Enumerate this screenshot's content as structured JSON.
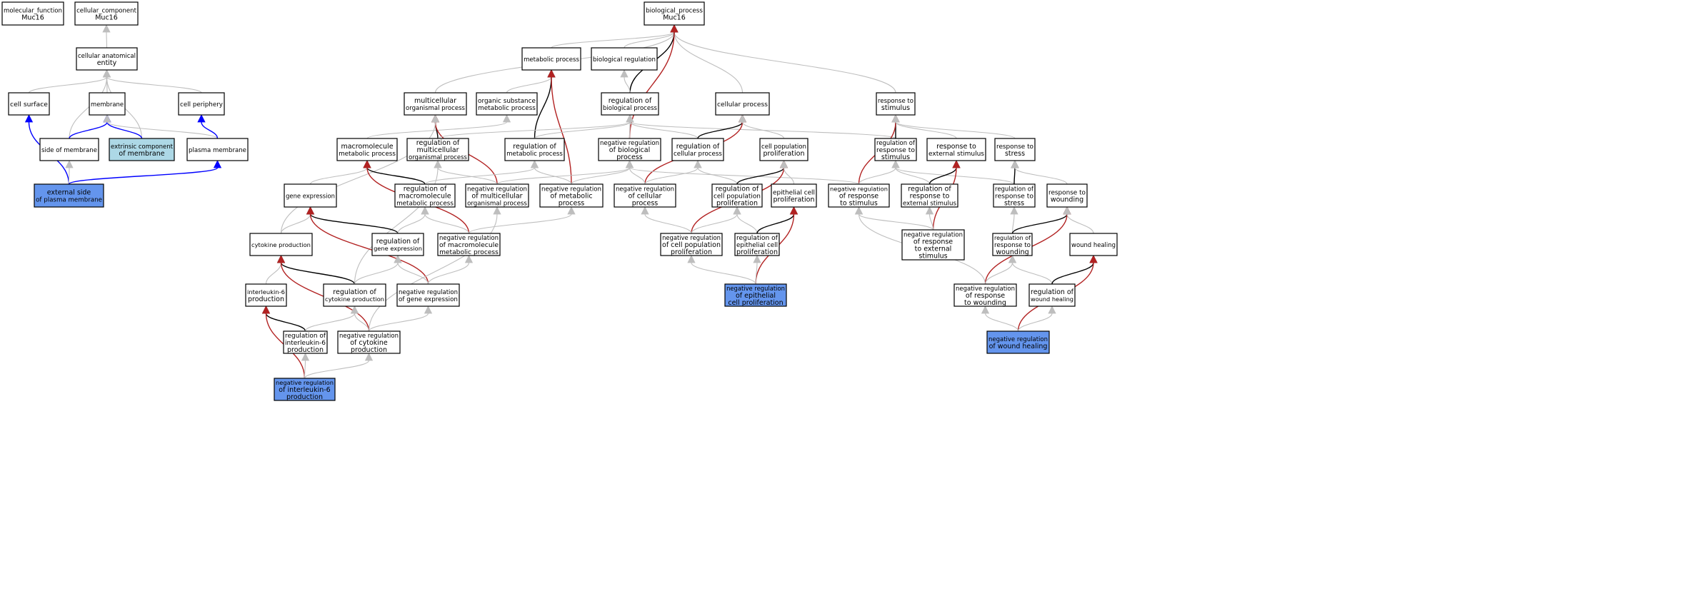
{
  "colors": {
    "edge_default": "#bebebe",
    "edge_is_a": "#000000",
    "edge_part_of": "#0000ff",
    "edge_neg_regulates": "#b22222",
    "node_fill": "#ffffff",
    "node_target": "#6495ed",
    "node_highlight": "#add8e6"
  },
  "nodes": [
    {
      "id": "mf",
      "lines": [
        "molecular_function",
        "Muc16"
      ]
    },
    {
      "id": "cc",
      "lines": [
        "cellular_component",
        "Muc16"
      ]
    },
    {
      "id": "cae",
      "lines": [
        "cellular anatomical",
        "entity"
      ]
    },
    {
      "id": "csurf",
      "lines": [
        "cell surface"
      ]
    },
    {
      "id": "mem",
      "lines": [
        "membrane"
      ]
    },
    {
      "id": "cper",
      "lines": [
        "cell periphery"
      ]
    },
    {
      "id": "som",
      "lines": [
        "side of membrane"
      ]
    },
    {
      "id": "ecm",
      "lines": [
        "extrinsic component",
        "of membrane"
      ],
      "style": "highlight"
    },
    {
      "id": "pm",
      "lines": [
        "plasma membrane"
      ]
    },
    {
      "id": "espm",
      "lines": [
        "external side",
        "of plasma membrane"
      ],
      "style": "target"
    },
    {
      "id": "bp",
      "lines": [
        "biological_process",
        "Muc16"
      ]
    },
    {
      "id": "metab",
      "lines": [
        "metabolic process"
      ]
    },
    {
      "id": "breg",
      "lines": [
        "biological regulation"
      ]
    },
    {
      "id": "mop",
      "lines": [
        "multicellular",
        "organismal process"
      ]
    },
    {
      "id": "osmp",
      "lines": [
        "organic substance",
        "metabolic process"
      ]
    },
    {
      "id": "rbp",
      "lines": [
        "regulation of",
        "biological process"
      ]
    },
    {
      "id": "cellp",
      "lines": [
        "cellular process"
      ]
    },
    {
      "id": "rstim",
      "lines": [
        "response to",
        "stimulus"
      ]
    },
    {
      "id": "macro",
      "lines": [
        "macromolecule",
        "metabolic process"
      ]
    },
    {
      "id": "rmop",
      "lines": [
        "regulation of",
        "multicellular",
        "organismal process"
      ]
    },
    {
      "id": "rmetab",
      "lines": [
        "regulation of",
        "metabolic process"
      ]
    },
    {
      "id": "nrbp",
      "lines": [
        "negative regulation",
        "of biological",
        "process"
      ]
    },
    {
      "id": "rcellp",
      "lines": [
        "regulation of",
        "cellular process"
      ]
    },
    {
      "id": "cpp",
      "lines": [
        "cell population",
        "proliferation"
      ]
    },
    {
      "id": "rrstim",
      "lines": [
        "regulation of",
        "response to",
        "stimulus"
      ]
    },
    {
      "id": "rext",
      "lines": [
        "response to",
        "external stimulus"
      ]
    },
    {
      "id": "rstress",
      "lines": [
        "response to",
        "stress"
      ]
    },
    {
      "id": "gexp",
      "lines": [
        "gene expression"
      ]
    },
    {
      "id": "rmacro",
      "lines": [
        "regulation of",
        "macromolecule",
        "metabolic process"
      ]
    },
    {
      "id": "nrmop",
      "lines": [
        "negative regulation",
        "of multicellular",
        "organismal process"
      ]
    },
    {
      "id": "nrmetab",
      "lines": [
        "negative regulation",
        "of metabolic",
        "process"
      ]
    },
    {
      "id": "nrcellp",
      "lines": [
        "negative regulation",
        "of cellular",
        "process"
      ]
    },
    {
      "id": "rcpp",
      "lines": [
        "regulation of",
        "cell population",
        "proliferation"
      ]
    },
    {
      "id": "ecp",
      "lines": [
        "epithelial cell",
        "proliferation"
      ]
    },
    {
      "id": "nrrstim",
      "lines": [
        "negative regulation",
        "of response",
        "to stimulus"
      ]
    },
    {
      "id": "rrext",
      "lines": [
        "regulation of",
        "response to",
        "external stimulus"
      ]
    },
    {
      "id": "rrstress",
      "lines": [
        "regulation of",
        "response to",
        "stress"
      ]
    },
    {
      "id": "rwound",
      "lines": [
        "response to",
        "wounding"
      ]
    },
    {
      "id": "cytok",
      "lines": [
        "cytokine production"
      ]
    },
    {
      "id": "rgexp",
      "lines": [
        "regulation of",
        "gene expression"
      ]
    },
    {
      "id": "nrmacro",
      "lines": [
        "negative regulation",
        "of macromolecule",
        "metabolic process"
      ]
    },
    {
      "id": "nrcpp",
      "lines": [
        "negative regulation",
        "of cell population",
        "proliferation"
      ]
    },
    {
      "id": "recp",
      "lines": [
        "regulation of",
        "epithelial cell",
        "proliferation"
      ]
    },
    {
      "id": "nrrext",
      "lines": [
        "negative regulation",
        "of response",
        "to external",
        "stimulus"
      ]
    },
    {
      "id": "rrwound",
      "lines": [
        "regulation of",
        "response to",
        "wounding"
      ]
    },
    {
      "id": "wheal",
      "lines": [
        "wound healing"
      ]
    },
    {
      "id": "il6",
      "lines": [
        "interleukin-6",
        "production"
      ]
    },
    {
      "id": "rcytok",
      "lines": [
        "regulation of",
        "cytokine production"
      ]
    },
    {
      "id": "nrgexp",
      "lines": [
        "negative regulation",
        "of gene expression"
      ]
    },
    {
      "id": "nrecp",
      "lines": [
        "negative regulation",
        "of epithelial",
        "cell proliferation"
      ],
      "style": "target"
    },
    {
      "id": "nrrwound",
      "lines": [
        "negative regulation",
        "of response",
        "to wounding"
      ]
    },
    {
      "id": "rwheal",
      "lines": [
        "regulation of",
        "wound healing"
      ]
    },
    {
      "id": "ril6",
      "lines": [
        "regulation of",
        "interleukin-6",
        "production"
      ]
    },
    {
      "id": "nrcytok",
      "lines": [
        "negative regulation",
        "of cytokine",
        "production"
      ]
    },
    {
      "id": "nrwheal",
      "lines": [
        "negative regulation",
        "of wound healing"
      ],
      "style": "target"
    },
    {
      "id": "nril6",
      "lines": [
        "negative regulation",
        "of interleukin-6",
        "production"
      ],
      "style": "target"
    }
  ],
  "edges": [
    {
      "from": "cae",
      "to": "cc",
      "type": "default"
    },
    {
      "from": "csurf",
      "to": "cae",
      "type": "default"
    },
    {
      "from": "mem",
      "to": "cae",
      "type": "default"
    },
    {
      "from": "cper",
      "to": "cae",
      "type": "default"
    },
    {
      "from": "som",
      "to": "cae",
      "type": "default"
    },
    {
      "from": "ecm",
      "to": "cae",
      "type": "default"
    },
    {
      "from": "som",
      "to": "mem",
      "type": "part_of"
    },
    {
      "from": "ecm",
      "to": "mem",
      "type": "part_of"
    },
    {
      "from": "pm",
      "to": "mem",
      "type": "default"
    },
    {
      "from": "pm",
      "to": "cper",
      "type": "part_of"
    },
    {
      "from": "espm",
      "to": "csurf",
      "type": "part_of"
    },
    {
      "from": "espm",
      "to": "som",
      "type": "default"
    },
    {
      "from": "espm",
      "to": "pm",
      "type": "part_of"
    },
    {
      "from": "metab",
      "to": "bp",
      "type": "default"
    },
    {
      "from": "breg",
      "to": "bp",
      "type": "default"
    },
    {
      "from": "mop",
      "to": "bp",
      "type": "default"
    },
    {
      "from": "cellp",
      "to": "bp",
      "type": "default"
    },
    {
      "from": "rstim",
      "to": "bp",
      "type": "default"
    },
    {
      "from": "rbp",
      "to": "bp",
      "type": "is_a"
    },
    {
      "from": "nrbp",
      "to": "bp",
      "type": "neg_regulates"
    },
    {
      "from": "osmp",
      "to": "metab",
      "type": "default"
    },
    {
      "from": "rmetab",
      "to": "metab",
      "type": "is_a"
    },
    {
      "from": "nrmetab",
      "to": "metab",
      "type": "neg_regulates"
    },
    {
      "from": "rbp",
      "to": "breg",
      "type": "default"
    },
    {
      "from": "macro",
      "to": "osmp",
      "type": "default"
    },
    {
      "from": "rmop",
      "to": "mop",
      "type": "is_a"
    },
    {
      "from": "nrmop",
      "to": "mop",
      "type": "neg_regulates"
    },
    {
      "from": "cytok",
      "to": "mop",
      "type": "default"
    },
    {
      "from": "rmop",
      "to": "rbp",
      "type": "default"
    },
    {
      "from": "rmetab",
      "to": "rbp",
      "type": "default"
    },
    {
      "from": "nrbp",
      "to": "rbp",
      "type": "default"
    },
    {
      "from": "rcellp",
      "to": "rbp",
      "type": "default"
    },
    {
      "from": "rrstim",
      "to": "rbp",
      "type": "default"
    },
    {
      "from": "rcellp",
      "to": "cellp",
      "type": "is_a"
    },
    {
      "from": "nrcellp",
      "to": "cellp",
      "type": "neg_regulates"
    },
    {
      "from": "cpp",
      "to": "cellp",
      "type": "default"
    },
    {
      "from": "rrstim",
      "to": "rstim",
      "type": "is_a"
    },
    {
      "from": "nrrstim",
      "to": "rstim",
      "type": "neg_regulates"
    },
    {
      "from": "rext",
      "to": "rstim",
      "type": "default"
    },
    {
      "from": "rstress",
      "to": "rstim",
      "type": "default"
    },
    {
      "from": "gexp",
      "to": "macro",
      "type": "default"
    },
    {
      "from": "rmacro",
      "to": "macro",
      "type": "is_a"
    },
    {
      "from": "nrmacro",
      "to": "macro",
      "type": "neg_regulates"
    },
    {
      "from": "rmacro",
      "to": "rmetab",
      "type": "default"
    },
    {
      "from": "rcytok",
      "to": "rmop",
      "type": "default"
    },
    {
      "from": "nrmop",
      "to": "rmop",
      "type": "default"
    },
    {
      "from": "nrmetab",
      "to": "rmetab",
      "type": "default"
    },
    {
      "from": "nrmop",
      "to": "nrbp",
      "type": "default"
    },
    {
      "from": "nrmetab",
      "to": "nrbp",
      "type": "default"
    },
    {
      "from": "nrcellp",
      "to": "nrbp",
      "type": "default"
    },
    {
      "from": "nrrstim",
      "to": "nrbp",
      "type": "default"
    },
    {
      "from": "nrcellp",
      "to": "rcellp",
      "type": "default"
    },
    {
      "from": "rcpp",
      "to": "rcellp",
      "type": "default"
    },
    {
      "from": "rcpp",
      "to": "cpp",
      "type": "is_a"
    },
    {
      "from": "nrcpp",
      "to": "cpp",
      "type": "neg_regulates"
    },
    {
      "from": "ecp",
      "to": "cpp",
      "type": "default"
    },
    {
      "from": "nrrstim",
      "to": "rrstim",
      "type": "default"
    },
    {
      "from": "rrext",
      "to": "rrstim",
      "type": "default"
    },
    {
      "from": "rrstress",
      "to": "rrstim",
      "type": "default"
    },
    {
      "from": "rrext",
      "to": "rext",
      "type": "is_a"
    },
    {
      "from": "nrrext",
      "to": "rext",
      "type": "neg_regulates"
    },
    {
      "from": "rrstress",
      "to": "rstress",
      "type": "is_a"
    },
    {
      "from": "rwound",
      "to": "rstress",
      "type": "default"
    },
    {
      "from": "cytok",
      "to": "gexp",
      "type": "default"
    },
    {
      "from": "rgexp",
      "to": "gexp",
      "type": "is_a"
    },
    {
      "from": "nrgexp",
      "to": "gexp",
      "type": "neg_regulates"
    },
    {
      "from": "rgexp",
      "to": "rmacro",
      "type": "default"
    },
    {
      "from": "nrmacro",
      "to": "rmacro",
      "type": "default"
    },
    {
      "from": "nrmacro",
      "to": "nrmetab",
      "type": "default"
    },
    {
      "from": "nrcytok",
      "to": "nrmop",
      "type": "default"
    },
    {
      "from": "nrcpp",
      "to": "nrcellp",
      "type": "default"
    },
    {
      "from": "nrcpp",
      "to": "rcpp",
      "type": "default"
    },
    {
      "from": "recp",
      "to": "rcpp",
      "type": "default"
    },
    {
      "from": "recp",
      "to": "ecp",
      "type": "is_a"
    },
    {
      "from": "nrecp",
      "to": "ecp",
      "type": "neg_regulates"
    },
    {
      "from": "nrrext",
      "to": "nrrstim",
      "type": "default"
    },
    {
      "from": "nrrwound",
      "to": "nrrstim",
      "type": "default"
    },
    {
      "from": "nrrext",
      "to": "rrext",
      "type": "default"
    },
    {
      "from": "rrwound",
      "to": "rrstress",
      "type": "default"
    },
    {
      "from": "rrwound",
      "to": "rwound",
      "type": "is_a"
    },
    {
      "from": "nrrwound",
      "to": "rwound",
      "type": "neg_regulates"
    },
    {
      "from": "wheal",
      "to": "rwound",
      "type": "default"
    },
    {
      "from": "il6",
      "to": "cytok",
      "type": "default"
    },
    {
      "from": "rcytok",
      "to": "cytok",
      "type": "is_a"
    },
    {
      "from": "nrcytok",
      "to": "cytok",
      "type": "neg_regulates"
    },
    {
      "from": "rcytok",
      "to": "rgexp",
      "type": "default"
    },
    {
      "from": "nrgexp",
      "to": "rgexp",
      "type": "default"
    },
    {
      "from": "nrgexp",
      "to": "nrmacro",
      "type": "default"
    },
    {
      "from": "nrecp",
      "to": "nrcpp",
      "type": "default"
    },
    {
      "from": "nrecp",
      "to": "recp",
      "type": "default"
    },
    {
      "from": "nrrwound",
      "to": "rrwound",
      "type": "default"
    },
    {
      "from": "rwheal",
      "to": "rrwound",
      "type": "default"
    },
    {
      "from": "rwheal",
      "to": "wheal",
      "type": "is_a"
    },
    {
      "from": "nrwheal",
      "to": "wheal",
      "type": "neg_regulates"
    },
    {
      "from": "ril6",
      "to": "il6",
      "type": "is_a"
    },
    {
      "from": "nril6",
      "to": "il6",
      "type": "neg_regulates"
    },
    {
      "from": "ril6",
      "to": "rcytok",
      "type": "default"
    },
    {
      "from": "nrcytok",
      "to": "rcytok",
      "type": "default"
    },
    {
      "from": "nrcytok",
      "to": "nrgexp",
      "type": "default"
    },
    {
      "from": "nril6",
      "to": "ril6",
      "type": "default"
    },
    {
      "from": "nril6",
      "to": "nrcytok",
      "type": "default"
    },
    {
      "from": "nrwheal",
      "to": "nrrwound",
      "type": "default"
    },
    {
      "from": "nrwheal",
      "to": "rwheal",
      "type": "default"
    }
  ]
}
